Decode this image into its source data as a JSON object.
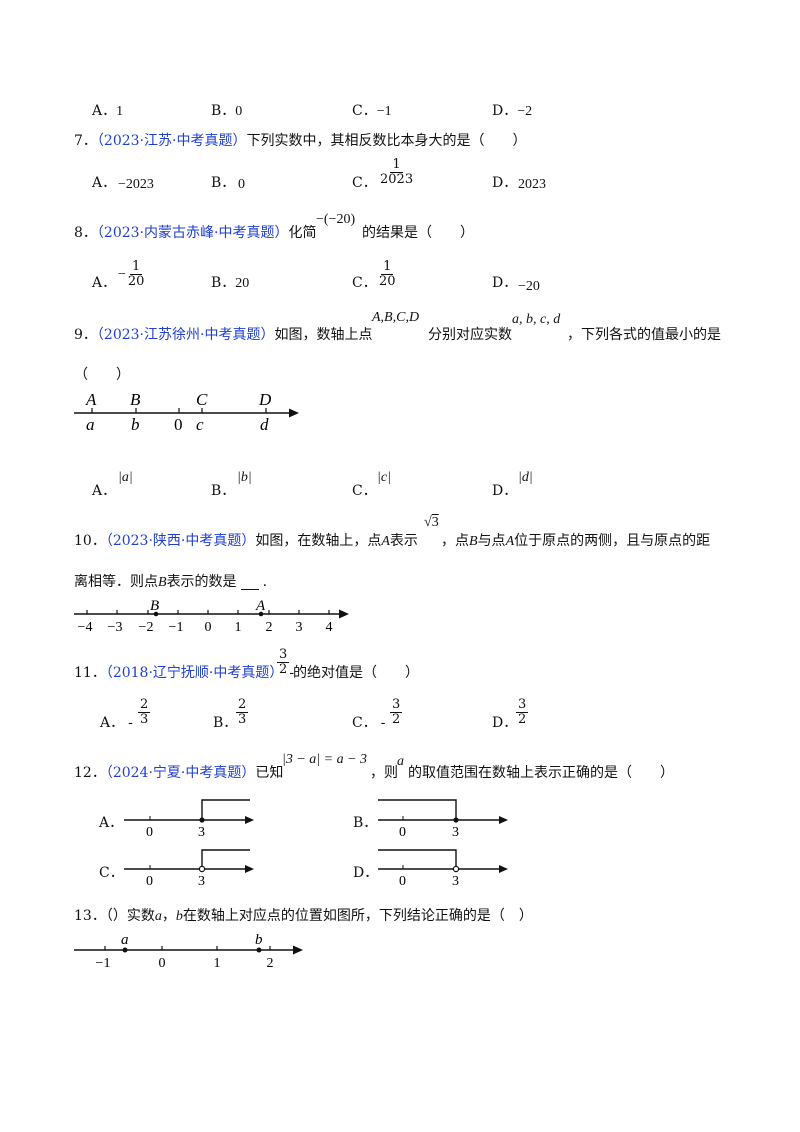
{
  "q6": {
    "options": [
      {
        "letter": "A．",
        "value": "1"
      },
      {
        "letter": "B．",
        "value": "0"
      },
      {
        "letter": "C．",
        "value": "−1"
      },
      {
        "letter": "D．",
        "value": "−2"
      }
    ]
  },
  "q7": {
    "number": "7．",
    "source": "（2023·江苏·中考真题）",
    "text": "下列实数中，其相反数比本身大的是（　　）",
    "options": [
      {
        "letter": "A．",
        "value": "−2023"
      },
      {
        "letter": "B．",
        "value": "0"
      },
      {
        "letter": "C．",
        "num": "1",
        "den": "2023"
      },
      {
        "letter": "D．",
        "value": "2023"
      }
    ]
  },
  "q8": {
    "number": "8．",
    "source": "（2023·内蒙古赤峰·中考真题）",
    "pre": "化简",
    "expr": "−(−20)",
    "post": "的结果是（　　）",
    "options": [
      {
        "letter": "A．",
        "sign": "−",
        "num": "1",
        "den": "20"
      },
      {
        "letter": "B．",
        "value": "20"
      },
      {
        "letter": "C．",
        "num": "1",
        "den": "20"
      },
      {
        "letter": "D．",
        "value": "−20"
      }
    ]
  },
  "q9": {
    "number": "9．",
    "source": "（2023·江苏徐州·中考真题）",
    "pre": "如图，数轴上点",
    "points": "A,B,C,D",
    "mid": "分别对应实数",
    "vars": "a, b, c, d",
    "post": "，下列各式的值最小的是",
    "paren": "（　　）",
    "axis": {
      "upper": [
        "A",
        "B",
        "C",
        "D"
      ],
      "lower": [
        "a",
        "b",
        "0",
        "c",
        "d"
      ]
    },
    "options": [
      {
        "letter": "A．",
        "value": "|a|"
      },
      {
        "letter": "B．",
        "value": "|b|"
      },
      {
        "letter": "C．",
        "value": "|c|"
      },
      {
        "letter": "D．",
        "value": "|d|"
      }
    ]
  },
  "q10": {
    "number": "10．",
    "source": "（2023·陕西·中考真题）",
    "line1a": "如图，在数轴上，点",
    "pa": "A",
    "line1b": "表示",
    "sqrt": "3",
    "line1c": "，点",
    "pb": "B",
    "line1d": "与点",
    "pa2": "A",
    "line1e": "位于原点的两侧，且与原点的距",
    "line2a": "离相等．则点",
    "pb2": "B",
    "line2b": "表示的数是",
    "axis": {
      "ticks": [
        "−4",
        "−3",
        "−2",
        "−1",
        "0",
        "1",
        "2",
        "3",
        "4"
      ],
      "labelB": "B",
      "labelA": "A"
    }
  },
  "q11": {
    "number": "11．",
    "source": "（2018·辽宁抚顺·中考真题）",
    "sign": "-",
    "num": "3",
    "den": "2",
    "post": "的绝对值是（　　）",
    "options": [
      {
        "letter": "A．",
        "sign": "-",
        "num": "2",
        "den": "3"
      },
      {
        "letter": "B．",
        "num": "2",
        "den": "3"
      },
      {
        "letter": "C．",
        "sign": "-",
        "num": "3",
        "den": "2"
      },
      {
        "letter": "D．",
        "num": "3",
        "den": "2"
      }
    ]
  },
  "q12": {
    "number": "12．",
    "source": "（2024·宁夏·中考真题）",
    "pre": "已知",
    "expr": "|3 − a| = a − 3",
    "mid": "，则",
    "var": "a",
    "post": "的取值范围在数轴上表示正确的是（　　）",
    "options": [
      {
        "letter": "A．",
        "zero": "0",
        "three": "3"
      },
      {
        "letter": "B．",
        "zero": "0",
        "three": "3"
      },
      {
        "letter": "C．",
        "zero": "0",
        "three": "3"
      },
      {
        "letter": "D．",
        "zero": "0",
        "three": "3"
      }
    ]
  },
  "q13": {
    "number": "13．",
    "text1": "（）实数",
    "a": "a",
    "comma": "，",
    "b": "b",
    "text2": "在数轴上对应点的位置如图所，下列结论正确的是（　）",
    "axis": {
      "ticks": [
        "−1",
        "0",
        "1",
        "2"
      ],
      "labelA": "a",
      "labelB": "b"
    }
  }
}
